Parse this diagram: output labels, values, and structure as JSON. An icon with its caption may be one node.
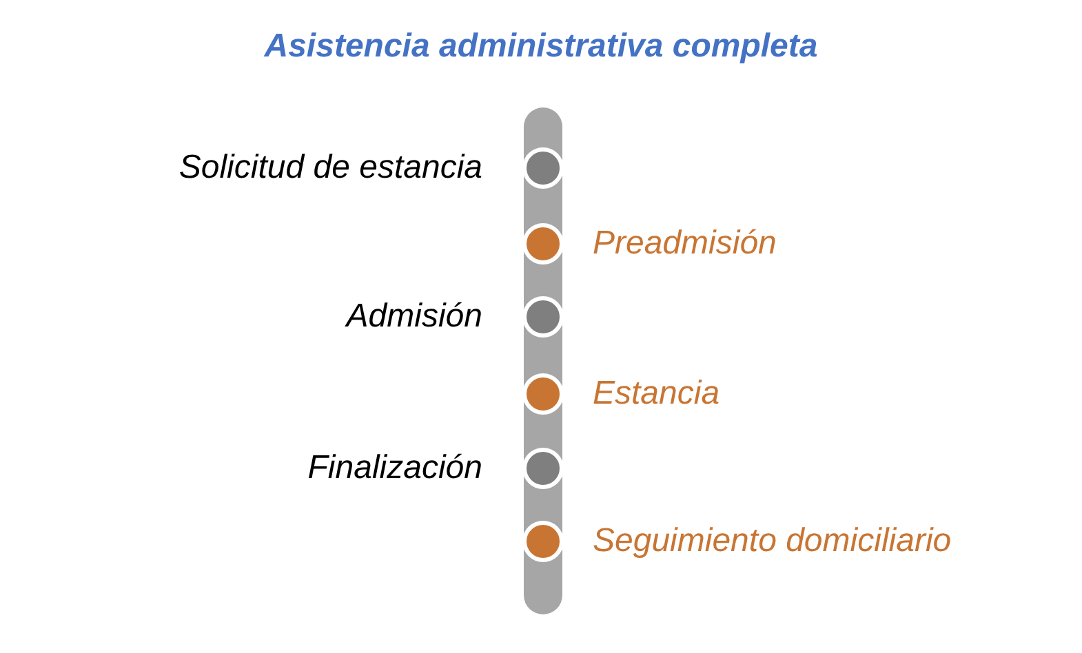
{
  "diagram": {
    "title": "Asistencia administrativa completa",
    "nodes": [
      {
        "text": [],
        "shape": "bar"
      },
      {
        "text": [],
        "shape": "circle",
        "in": 0,
        "beside": [
          "Solicitud de estancia"
        ]
      },
      {
        "text": [],
        "shape": "circle",
        "in": 0,
        "beside": [
          "Preadmisión"
        ]
      },
      {
        "text": [],
        "shape": "circle",
        "in": 0,
        "beside": [
          "Admisión"
        ]
      },
      {
        "text": [],
        "shape": "circle",
        "in": 0,
        "beside": [
          "Estancia"
        ]
      },
      {
        "text": [],
        "shape": "circle",
        "in": 0,
        "beside": [
          "Finalización"
        ]
      },
      {
        "text": [],
        "shape": "circle",
        "in": 0,
        "beside": [
          "Seguimiento domiciliario"
        ]
      }
    ],
    "edges": []
  }
}
